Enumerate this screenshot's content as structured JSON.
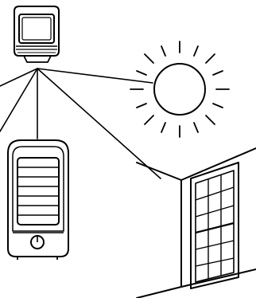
{
  "diagram": {
    "style": "black line-art illustration",
    "line_color": "#000000",
    "background_color": "#ffffff",
    "elements": [
      {
        "id": "thermostat-sensor",
        "icon": "wall-mounted-sensor-icon"
      },
      {
        "id": "sun",
        "icon": "sun-icon"
      },
      {
        "id": "space-heater",
        "icon": "space-heater-icon"
      },
      {
        "id": "room-corner",
        "icon": "room-corner-icon"
      },
      {
        "id": "window",
        "icon": "window-icon"
      }
    ],
    "connections": [
      {
        "from": "thermostat-sensor",
        "to": "sun"
      },
      {
        "from": "thermostat-sensor",
        "to": "space-heater"
      },
      {
        "from": "thermostat-sensor",
        "to": "room-corner"
      },
      {
        "from": "thermostat-sensor",
        "to": "off-left-edge"
      }
    ]
  }
}
